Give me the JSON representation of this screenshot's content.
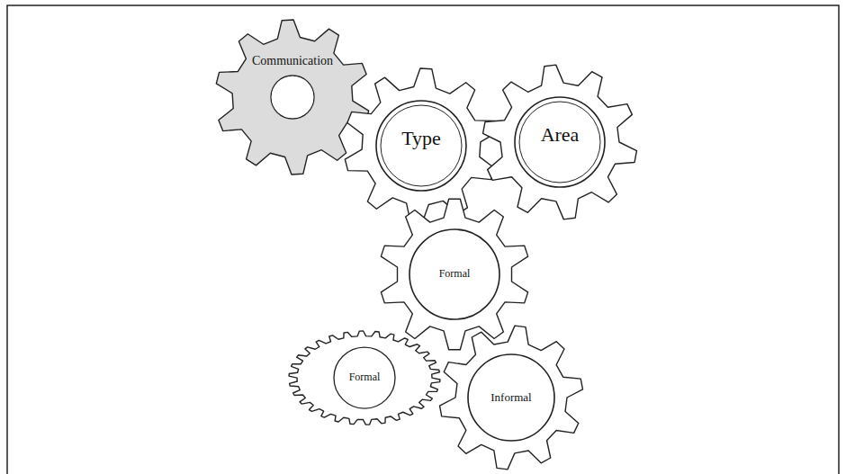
{
  "diagram": {
    "nodes": [
      {
        "text": [
          "Communication"
        ]
      },
      {
        "text": [
          "Type"
        ]
      },
      {
        "text": [
          "Area"
        ]
      },
      {
        "text": [
          "Formal"
        ]
      },
      {
        "text": [
          "Formal"
        ]
      },
      {
        "text": [
          "Informal"
        ]
      }
    ]
  }
}
